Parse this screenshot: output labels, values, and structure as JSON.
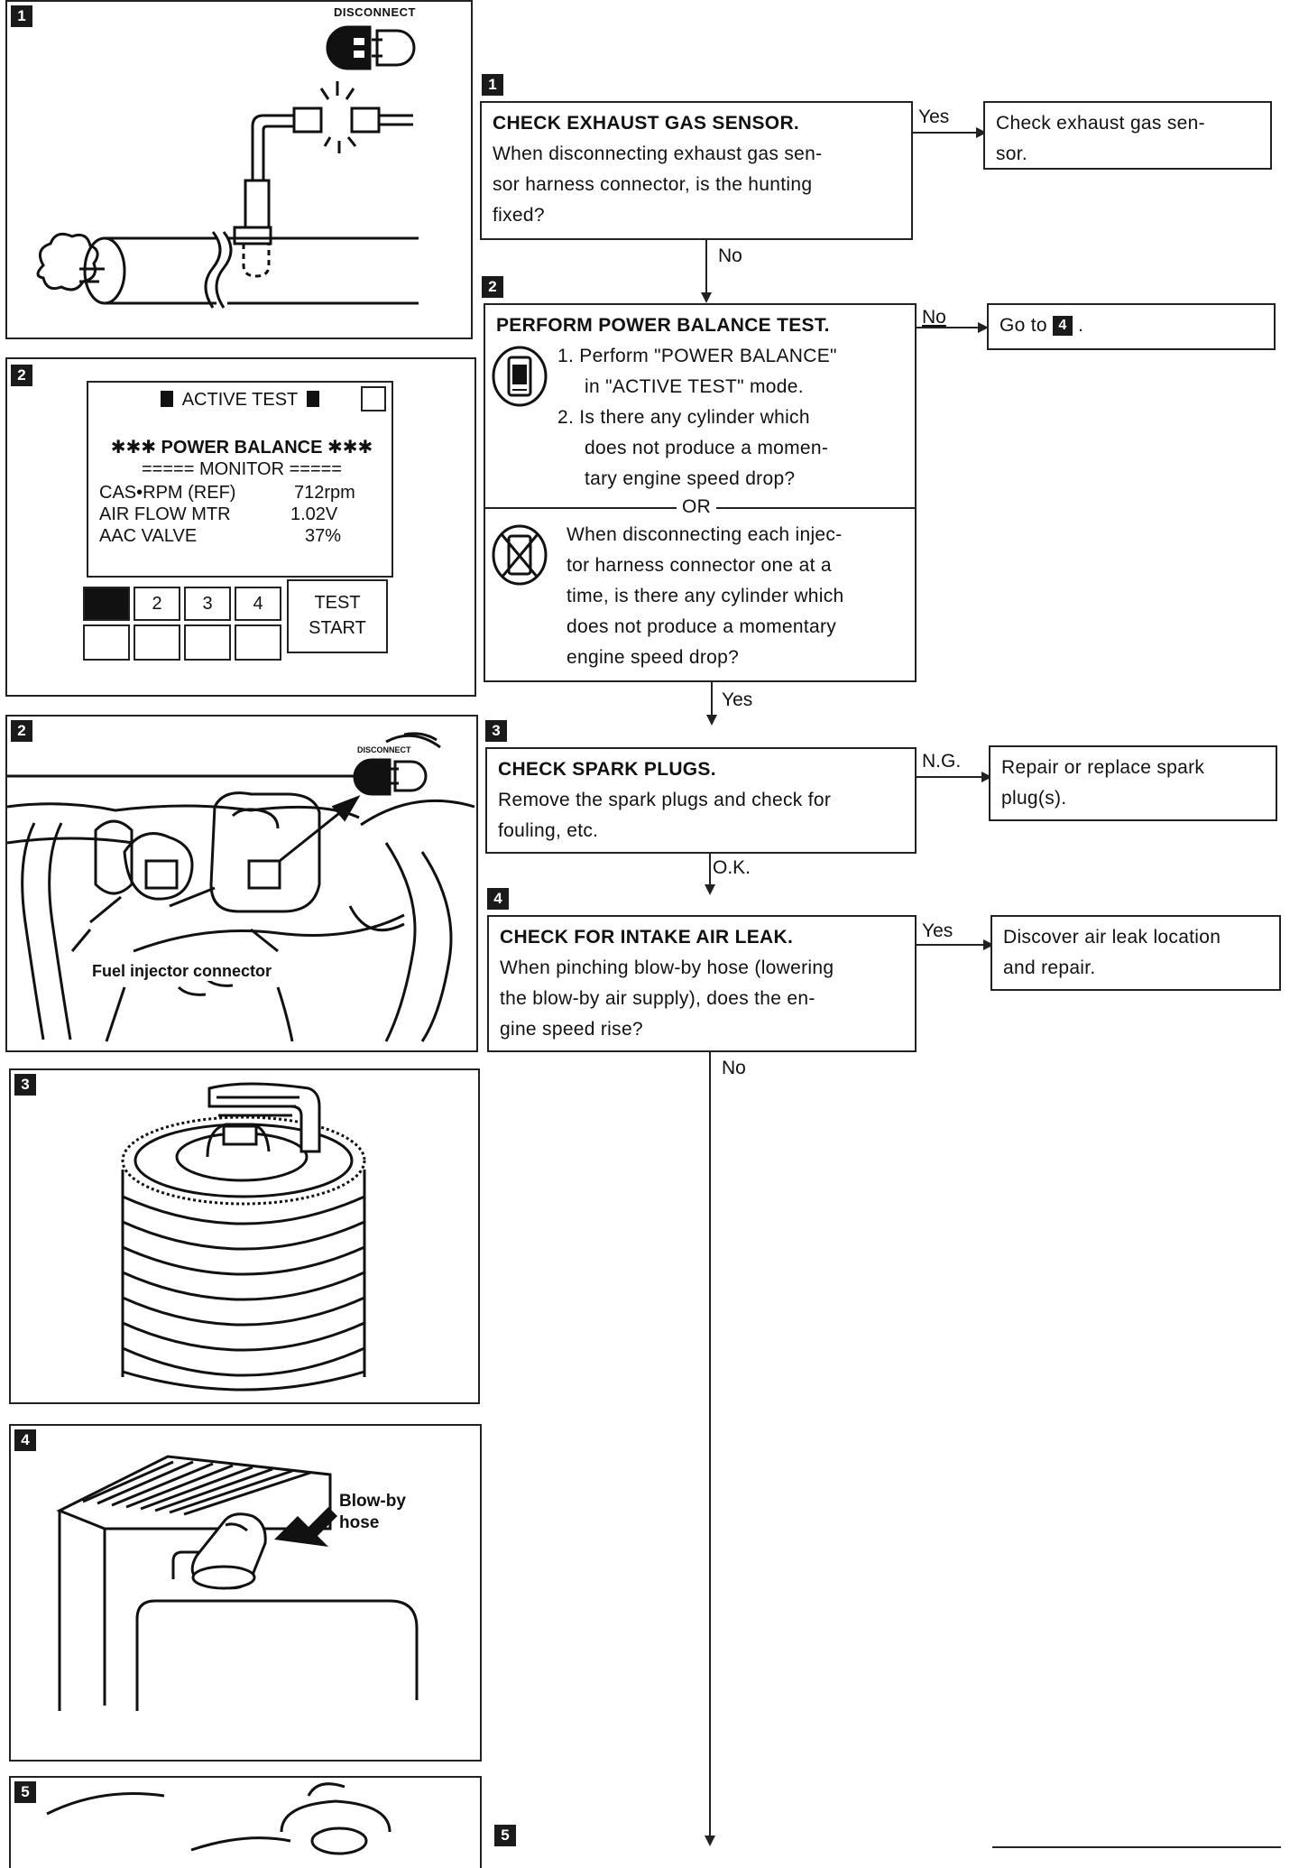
{
  "figures": {
    "fig1": {
      "badge": "1",
      "disconnect_label": "DISCONNECT"
    },
    "fig2a": {
      "badge": "2",
      "screen_header": "ACTIVE TEST",
      "screen_title": "✱✱✱ POWER BALANCE ✱✱✱",
      "monitor_label": "===== MONITOR =====",
      "rows": [
        {
          "label": "CAS•RPM (REF)",
          "value": "712rpm"
        },
        {
          "label": "AIR FLOW MTR",
          "value": "1.02V"
        },
        {
          "label": "AAC VALVE",
          "value": "37%"
        }
      ],
      "cylinder_buttons": [
        "",
        "2",
        "3",
        "4"
      ],
      "test_start_line1": "TEST",
      "test_start_line2": "START"
    },
    "fig2b": {
      "badge": "2",
      "disconnect_label": "DISCONNECT",
      "injector_label": "Fuel injector connector"
    },
    "fig3": {
      "badge": "3"
    },
    "fig4": {
      "badge": "4",
      "hose_label_line1": "Blow-by",
      "hose_label_line2": "hose"
    },
    "fig5": {
      "badge": "5"
    }
  },
  "flow": {
    "step1": {
      "badge": "1",
      "title": "CHECK EXHAUST GAS SENSOR.",
      "lines": [
        "When disconnecting exhaust gas sen-",
        "sor harness connector, is the hunting",
        "fixed?"
      ],
      "yes_label": "Yes",
      "no_label": "No",
      "yes_result_lines": [
        "Check exhaust gas sen-",
        "sor."
      ]
    },
    "step2": {
      "badge": "2",
      "title": "PERFORM POWER BALANCE TEST.",
      "steps": [
        {
          "num": "1.",
          "lines": [
            "Perform \"POWER BALANCE\"",
            "in \"ACTIVE TEST\" mode."
          ]
        },
        {
          "num": "2.",
          "lines": [
            "Is there any cylinder which",
            "does not produce a momen-",
            "tary engine speed drop?"
          ]
        }
      ],
      "or_label": "OR",
      "alt_lines": [
        "When disconnecting each injec-",
        "tor harness connector one at a",
        "time, is there any cylinder which",
        "does not produce a momentary",
        "engine speed drop?"
      ],
      "no_label": "No",
      "yes_label": "Yes",
      "no_result_prefix": "Go to",
      "no_result_badge": "4",
      "no_result_suffix": "."
    },
    "step3": {
      "badge": "3",
      "title": "CHECK SPARK PLUGS.",
      "lines": [
        "Remove the spark plugs and check for",
        "fouling, etc."
      ],
      "ng_label": "N.G.",
      "ok_label": "O.K.",
      "ng_result_lines": [
        "Repair or replace spark",
        "plug(s)."
      ]
    },
    "step4": {
      "badge": "4",
      "title": "CHECK FOR INTAKE AIR LEAK.",
      "lines": [
        "When pinching blow-by hose (lowering",
        "the blow-by air supply), does the en-",
        "gine speed rise?"
      ],
      "yes_label": "Yes",
      "no_label": "No",
      "yes_result_lines": [
        "Discover air leak location",
        "and repair."
      ]
    },
    "step5": {
      "badge": "5"
    }
  }
}
